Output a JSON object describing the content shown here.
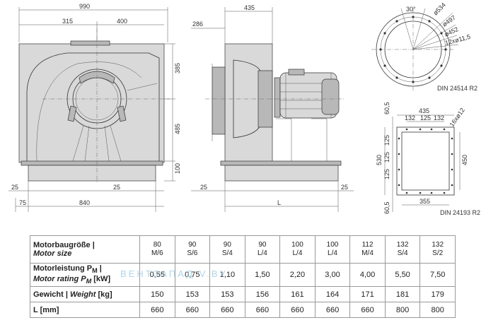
{
  "dims": {
    "front_width": "990",
    "front_left": "315",
    "front_right": "400",
    "front_h_top": "385",
    "front_h_mid": "485",
    "front_h_base": "100",
    "front_foot_left": "25",
    "front_foot_right": "25",
    "front_bottom_left": "75",
    "front_bottom_span": "840",
    "side_width": "435",
    "side_left": "286",
    "side_foot_left": "25",
    "side_foot_right": "25",
    "side_L": "L",
    "flange_angle": "30°",
    "flange_d1": "ø534",
    "flange_d2": "ø497",
    "flange_d3": "ø452",
    "flange_holes": "12xø11,5",
    "flange_din": "DIN 24514 R2",
    "rect_top": "435",
    "rect_sub1": "132",
    "rect_sub2": "125",
    "rect_sub3": "132",
    "rect_holes": "16xø12",
    "rect_left_a": "60,5",
    "rect_left_b": "125",
    "rect_left_c": "125",
    "rect_left_d": "125",
    "rect_left_e": "60,5",
    "rect_height": "530",
    "rect_right": "450",
    "rect_bottom": "355",
    "rect_din": "DIN 24193 R2"
  },
  "table": {
    "headers": {
      "motor_size_de": "Motorbaugröße |",
      "motor_size_en": "Motor size",
      "rating_de": "Motorleistung P",
      "rating_de_sub": "M",
      "rating_de_end": " |",
      "rating_en": "Motor rating P",
      "rating_en_sub": "M",
      "rating_en_end": " [kW]",
      "weight_de": "Gewicht |",
      "weight_en": "Weight",
      "weight_unit": " [kg]",
      "length": "L [mm]"
    },
    "sizes": [
      {
        "a": "80",
        "b": "M/6"
      },
      {
        "a": "90",
        "b": "S/6"
      },
      {
        "a": "90",
        "b": "S/4"
      },
      {
        "a": "90",
        "b": "L/4"
      },
      {
        "a": "100",
        "b": "L/4"
      },
      {
        "a": "100",
        "b": "L/4"
      },
      {
        "a": "112",
        "b": "M/4"
      },
      {
        "a": "132",
        "b": "S/4"
      },
      {
        "a": "132",
        "b": "S/2"
      }
    ],
    "ratings": [
      "0,55",
      "0,75",
      "1,10",
      "1,50",
      "2,20",
      "3,00",
      "4,00",
      "5,50",
      "7,50"
    ],
    "weights": [
      "150",
      "153",
      "153",
      "156",
      "161",
      "164",
      "171",
      "181",
      "179"
    ],
    "lengths": [
      "660",
      "660",
      "660",
      "660",
      "660",
      "660",
      "660",
      "800",
      "800"
    ]
  },
  "watermark": "ВЕНТЗАПАД    V.BY"
}
